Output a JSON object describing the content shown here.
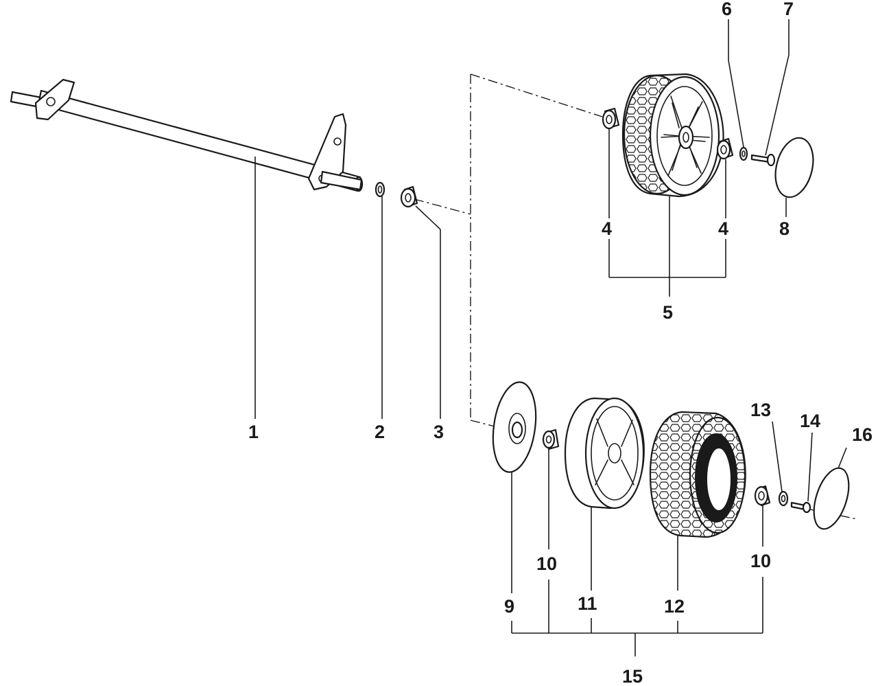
{
  "labels": {
    "p1": "1",
    "p2": "2",
    "p3": "3",
    "p4a": "4",
    "p4b": "4",
    "p5": "5",
    "p6": "6",
    "p7": "7",
    "p8": "8",
    "p9": "9",
    "p10a": "10",
    "p10b": "10",
    "p11": "11",
    "p12": "12",
    "p13": "13",
    "p14": "14",
    "p15": "15",
    "p16": "16"
  }
}
